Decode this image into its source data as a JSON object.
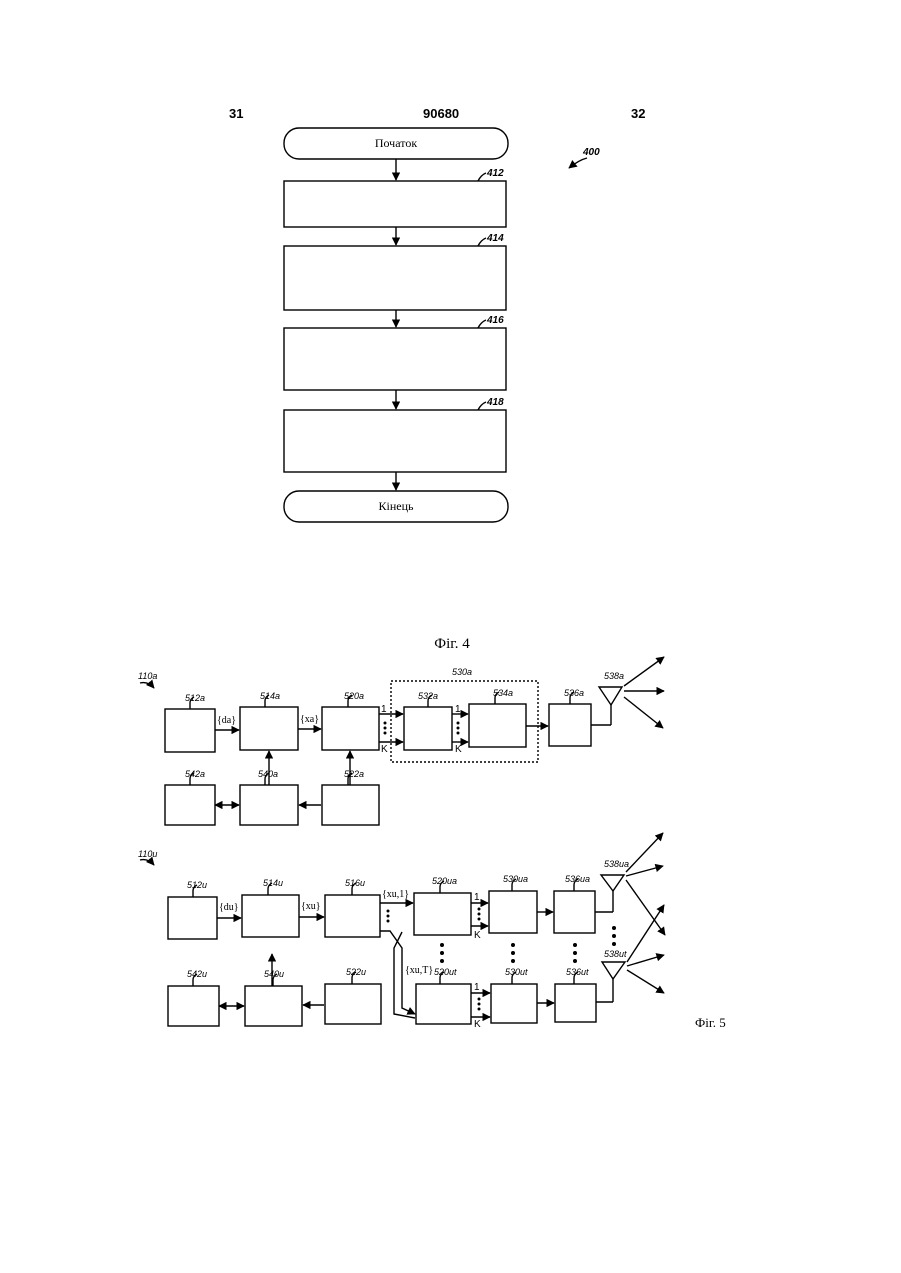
{
  "header": {
    "page_left": "31",
    "patent_number": "90680",
    "page_right": "32"
  },
  "fig4": {
    "ref": "400",
    "start": "Початок",
    "end": "Кінець",
    "steps": [
      "412",
      "414",
      "416",
      "418"
    ],
    "caption": "Фіг. 4"
  },
  "fig5": {
    "caption": "Фіг. 5",
    "top": {
      "ref": "110a",
      "b512": "512a",
      "b514": "514a",
      "b520": "520a",
      "b530": "530a",
      "b532": "532a",
      "b534": "534a",
      "b536": "536a",
      "b538": "538a",
      "b542": "542a",
      "b540": "540a",
      "b522": "522a",
      "sig_d": "{da}",
      "sig_x": "{xa}",
      "port1": "1",
      "portK": "K"
    },
    "bottom": {
      "ref": "110u",
      "b512": "512u",
      "b514": "514u",
      "b516": "516u",
      "b520ua": "520ua",
      "b530ua": "530ua",
      "b536ua": "536ua",
      "b538ua": "538ua",
      "b520ut": "520ut",
      "b530ut": "530ut",
      "b536ut": "536ut",
      "b538ut": "538ut",
      "b542": "542u",
      "b540": "540u",
      "b522": "522u",
      "sig_d": "{du}",
      "sig_x": "{xu}",
      "sig_x1": "{xu,1}",
      "sig_xT": "{xu,T}",
      "port1a": "1",
      "portKa": "K",
      "port1t": "1",
      "portKt": "K"
    }
  }
}
